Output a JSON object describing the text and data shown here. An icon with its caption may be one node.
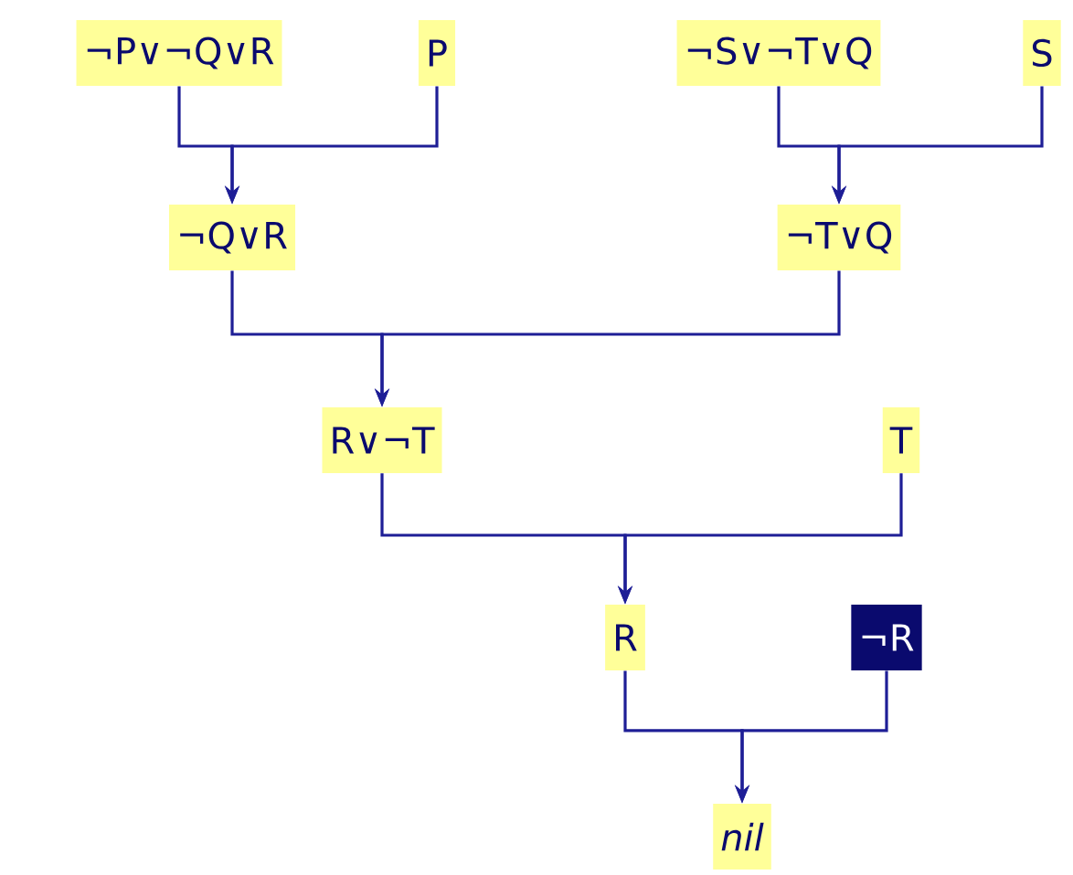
{
  "diagram": {
    "nodes": [
      {
        "text": [
          "¬P∨¬Q∨R"
        ]
      },
      {
        "text": [
          "P"
        ]
      },
      {
        "text": [
          "¬S∨¬T∨Q"
        ]
      },
      {
        "text": [
          "S"
        ]
      },
      {
        "text": [
          "¬Q∨R"
        ]
      },
      {
        "text": [
          "¬T∨Q"
        ]
      },
      {
        "text": [
          "R∨¬T"
        ]
      },
      {
        "text": [
          "T"
        ]
      },
      {
        "text": [
          "R"
        ]
      },
      {
        "text": [
          "¬R"
        ]
      },
      {
        "text": [
          "nil"
        ]
      }
    ],
    "edges": [
      {
        "from": 0,
        "to": 4,
        "arrow": "to"
      },
      {
        "from": 1,
        "to": 4,
        "arrow": "to"
      },
      {
        "from": 2,
        "to": 5,
        "arrow": "to"
      },
      {
        "from": 3,
        "to": 5,
        "arrow": "to"
      },
      {
        "from": 4,
        "to": 6,
        "arrow": "to"
      },
      {
        "from": 5,
        "to": 6,
        "arrow": "to"
      },
      {
        "from": 6,
        "to": 8,
        "arrow": "to"
      },
      {
        "from": 7,
        "to": 8,
        "arrow": "to"
      },
      {
        "from": 8,
        "to": 10,
        "arrow": "to"
      },
      {
        "from": 9,
        "to": 10,
        "arrow": "to"
      }
    ]
  }
}
